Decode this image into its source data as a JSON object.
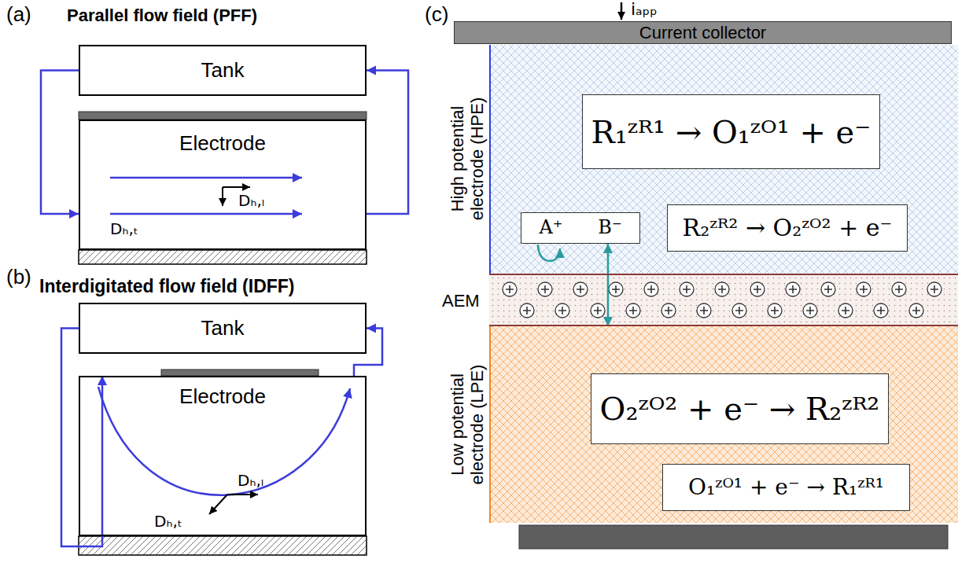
{
  "diagram": {
    "nodes": [
      {
        "text": [
          "Tank"
        ]
      },
      {
        "text": [
          "Electrode"
        ]
      },
      {
        "text": [
          "Tank"
        ]
      },
      {
        "text": [
          "Electrode"
        ]
      },
      {
        "text": [
          "Current collector"
        ]
      },
      {
        "text": [
          "High potential electrode (HPE)"
        ]
      },
      {
        "text": [
          "R₁ᶻᴿ¹ → O₁ᶻᴼ¹ + e⁻"
        ],
        "in": 5
      },
      {
        "text": [
          "A⁺",
          "B⁻"
        ],
        "in": 5
      },
      {
        "text": [
          "R₂ᶻᴿ² → O₂ᶻᴼ² + e⁻"
        ],
        "in": 5
      },
      {
        "text": [
          "AEM"
        ]
      },
      {
        "text": [
          "Low potential electrode (LPE)"
        ]
      },
      {
        "text": [
          "O₂ᶻᴼ² + e⁻ → R₂ᶻᴿ²"
        ],
        "in": 10
      },
      {
        "text": [
          "O₁ᶻᴼ¹ + e⁻ → R₁ᶻᴿ¹"
        ],
        "in": 10
      }
    ],
    "edges": [
      {
        "from": 0,
        "to": 1,
        "arrow": "to"
      },
      {
        "from": 1,
        "to": 0,
        "arrow": "to"
      },
      {
        "from": 2,
        "to": 3,
        "arrow": "to"
      },
      {
        "from": 3,
        "to": 2,
        "arrow": "to"
      },
      {
        "from": 7,
        "to": 10,
        "arrow": "both"
      }
    ],
    "labels": [
      "(a)",
      "Parallel flow field (PFF)",
      "Dₕ,ₗ",
      "Dₕ,ₜ",
      "(b)",
      "Interdigitated flow field (IDFF)",
      "Dₕ,ₗ",
      "Dₕ,ₜ",
      "(c)",
      "iₐₚₚ"
    ]
  }
}
